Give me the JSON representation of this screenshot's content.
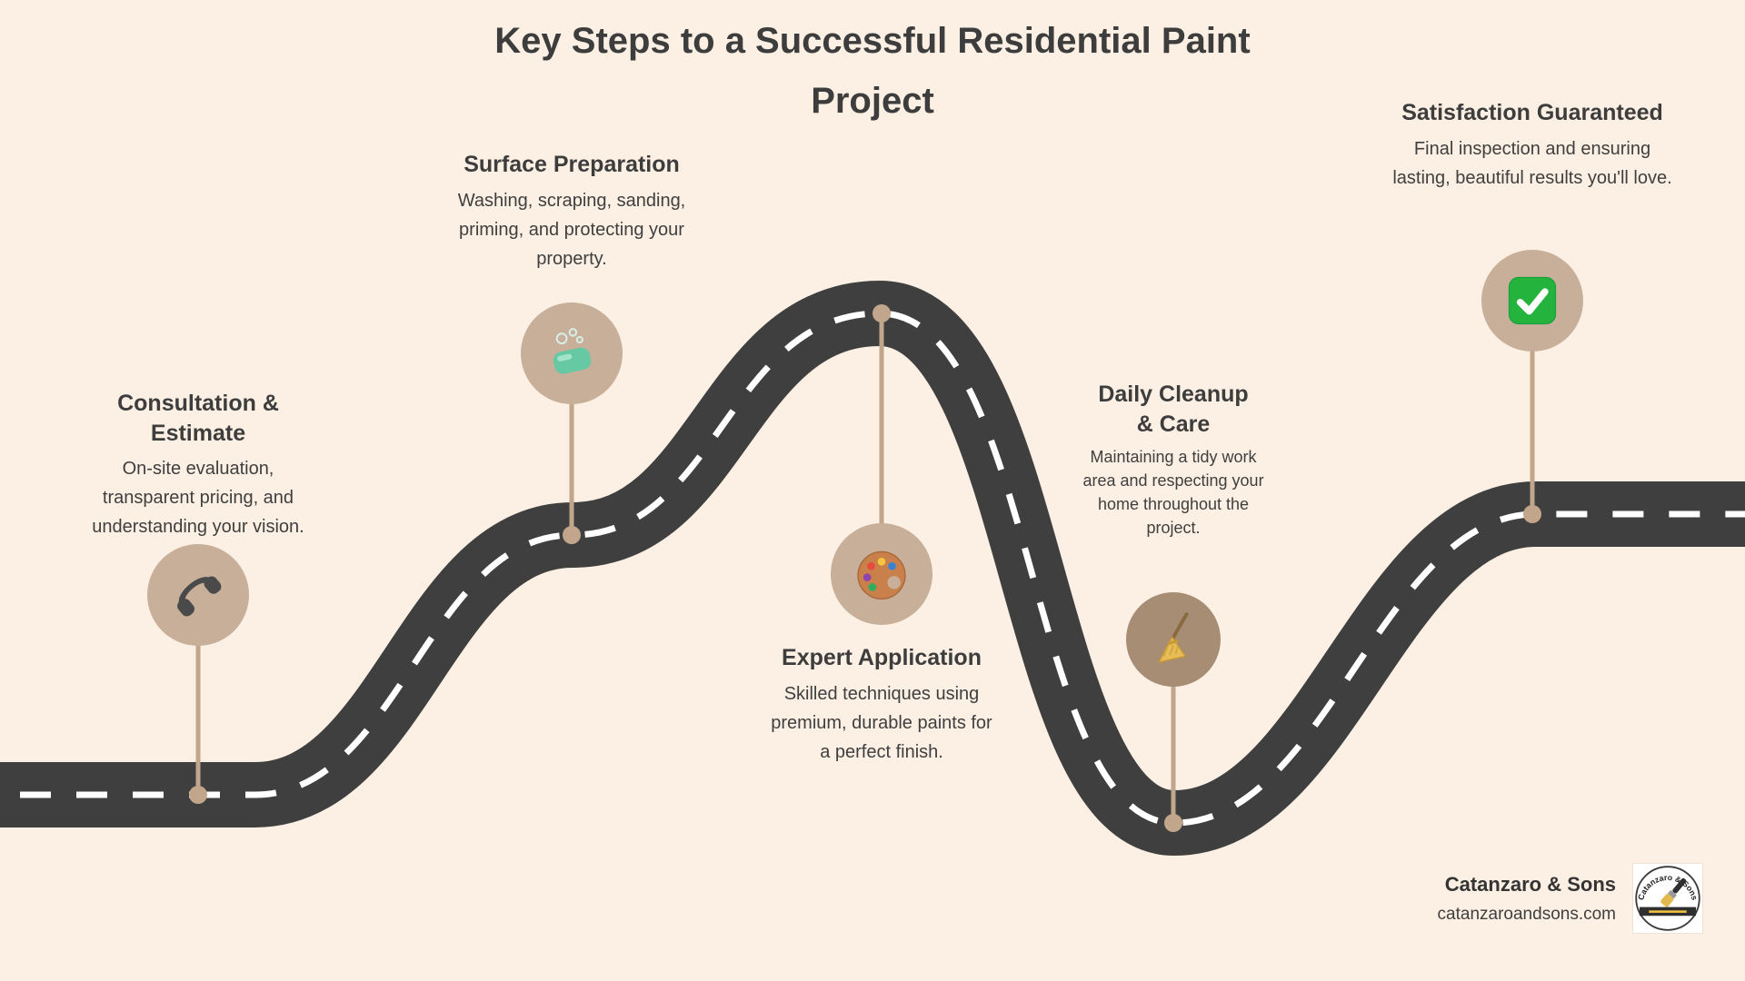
{
  "title": {
    "line1": "Key Steps to a Successful Residential Paint",
    "line2": "Project"
  },
  "milestones": [
    {
      "title": "Consultation & Estimate",
      "description": "On-site evaluation, transparent pricing, and understanding your vision.",
      "icon": "phone-icon"
    },
    {
      "title": "Surface Preparation",
      "description": "Washing, scraping, sanding, priming, and protecting your property.",
      "icon": "soap-icon"
    },
    {
      "title": "Expert Application",
      "description": "Skilled techniques using premium, durable paints for a perfect finish.",
      "icon": "palette-icon"
    },
    {
      "title": "Daily Cleanup\n& Care",
      "description": "Maintaining a tidy work area and respecting your home throughout the project.",
      "icon": "broom-icon"
    },
    {
      "title": "Satisfaction Guaranteed",
      "description": "Final inspection and ensuring lasting, beautiful results you'll love.",
      "icon": "check-icon"
    }
  ],
  "footer": {
    "company": "Catanzaro & Sons",
    "website": "catanzaroandsons.com"
  },
  "colors": {
    "background": "#fcefe3",
    "road": "#3f3f3f",
    "road_dash": "#ffffff",
    "connector": "#c2a68c",
    "node": "#c7af99",
    "node_alt": "#a68d74",
    "heading_text": "#3d3d3d",
    "body_text": "#3f3f3f"
  }
}
